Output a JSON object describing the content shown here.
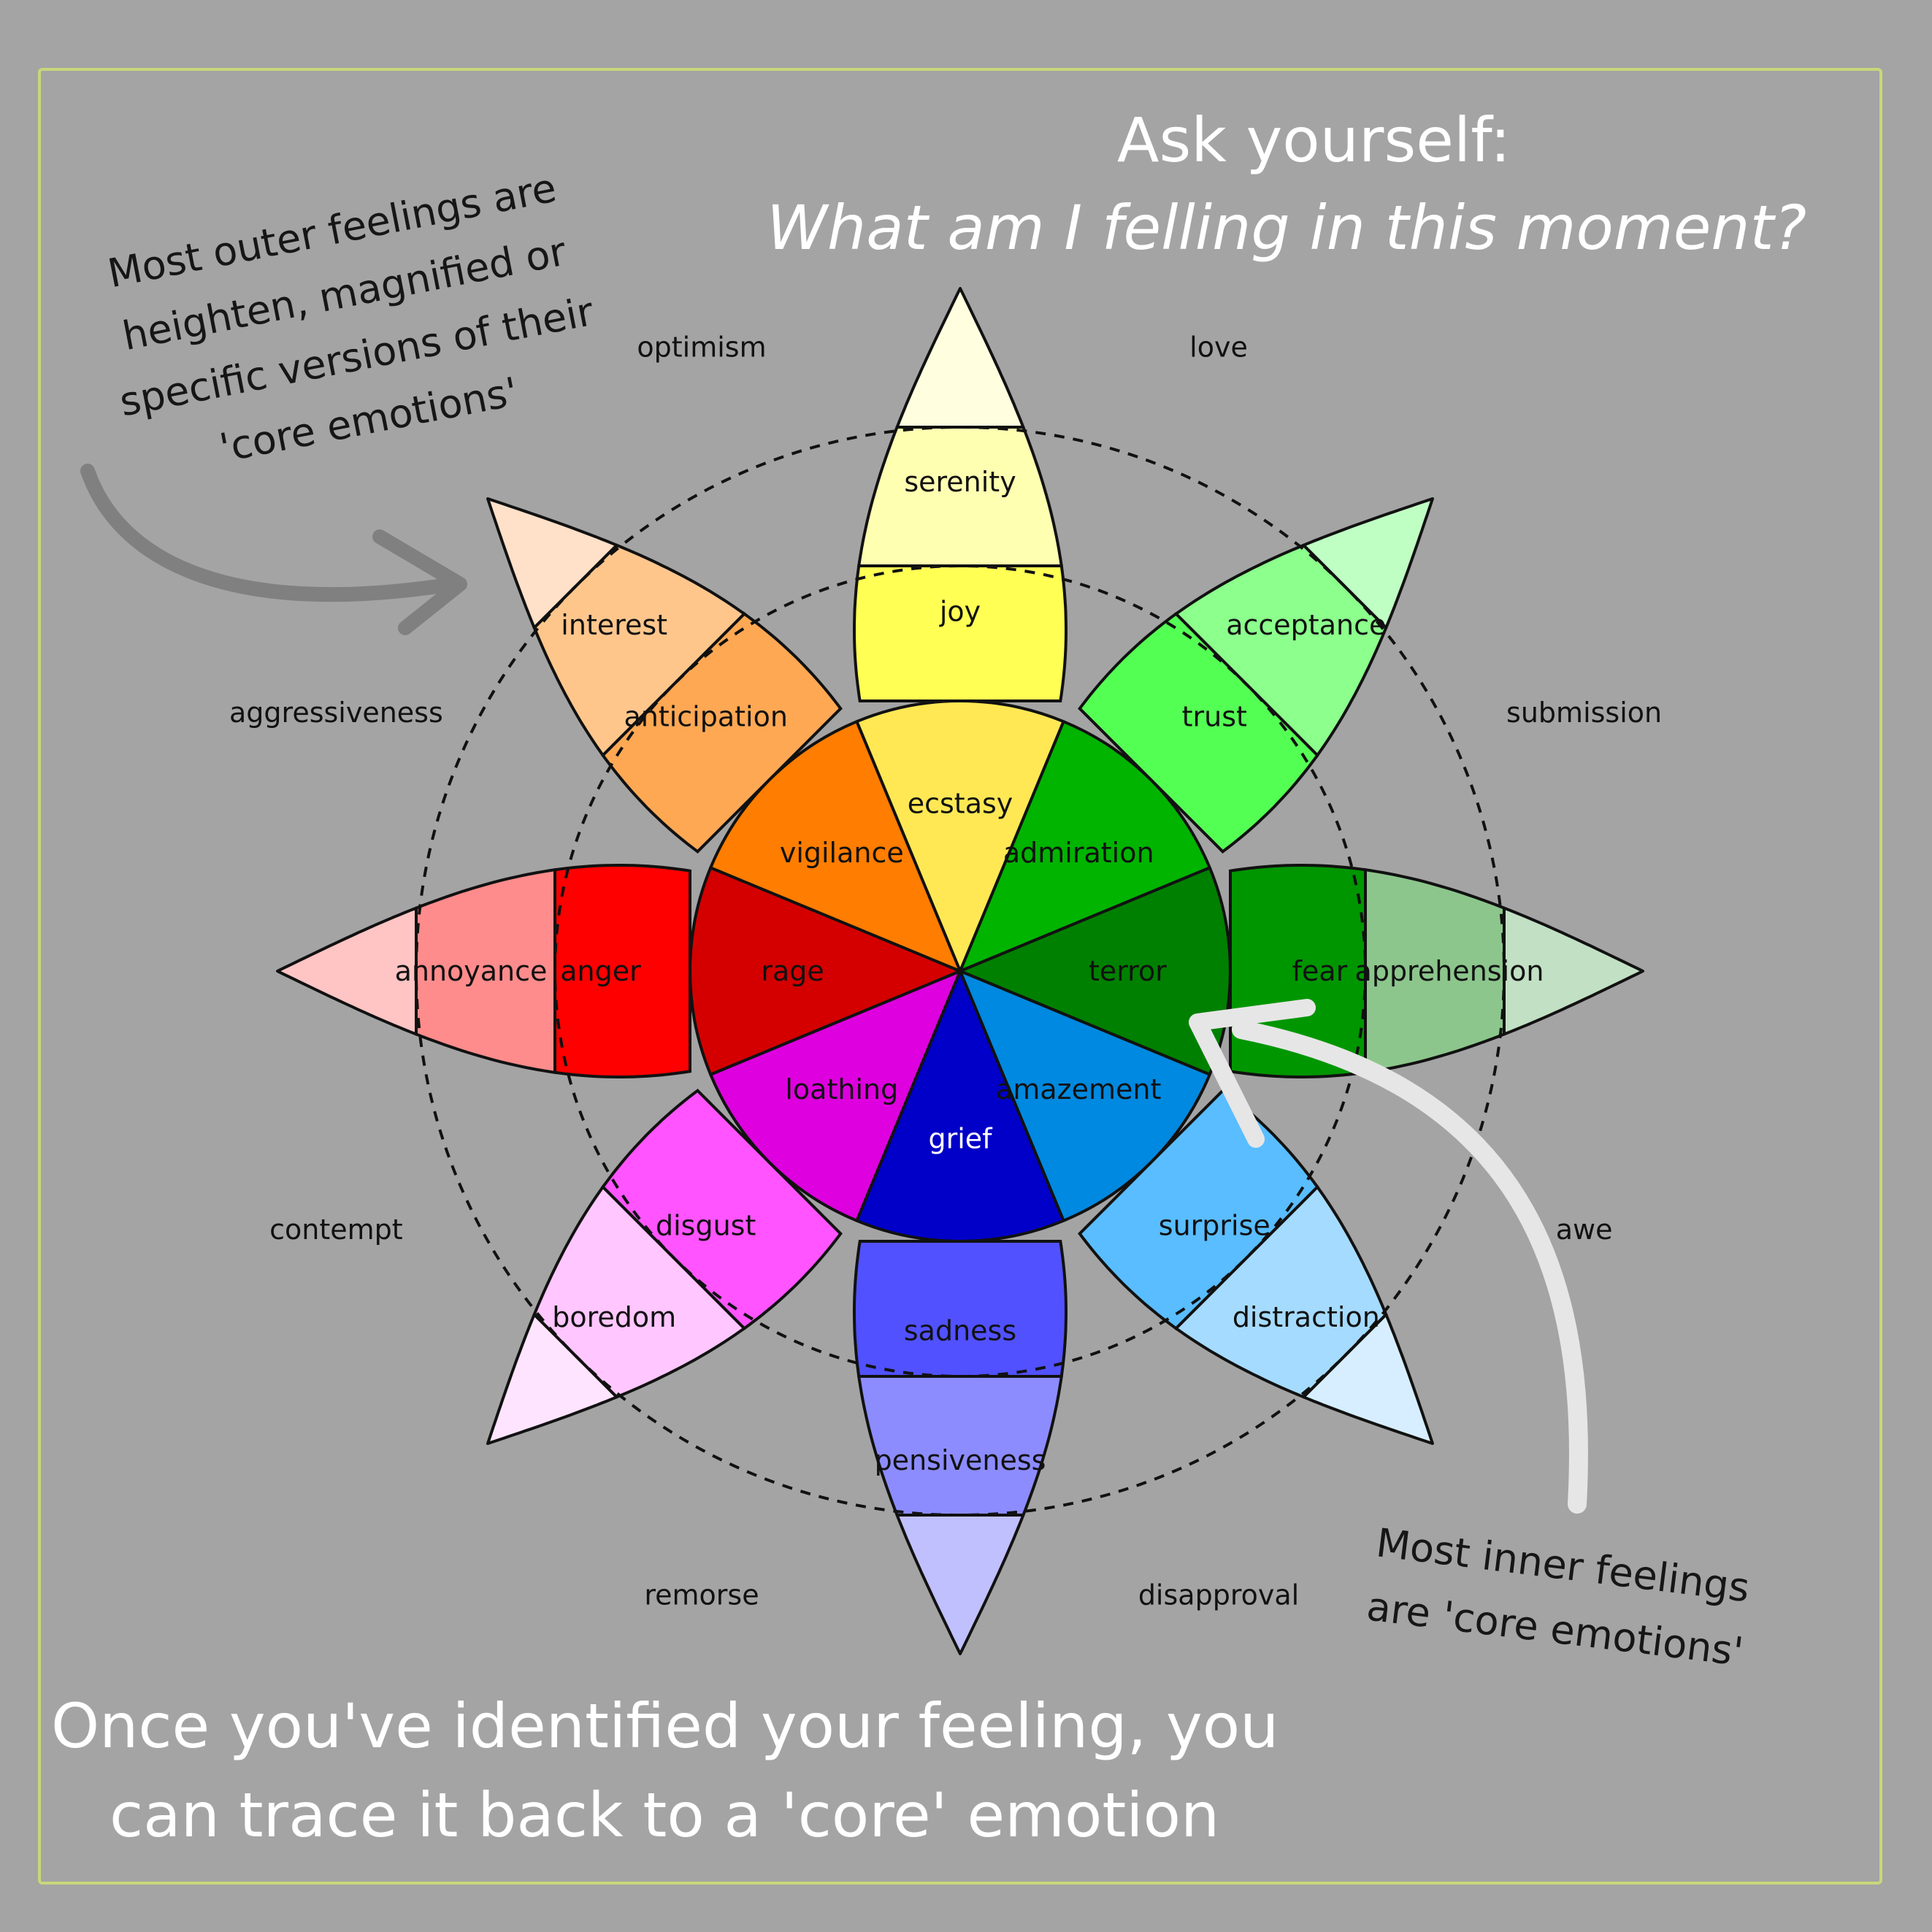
{
  "heading": {
    "line1": "Ask yourself:",
    "line2": "What am I felling in this moment?"
  },
  "notes": {
    "outer": [
      "Most outer feelings are",
      "heighten, magnified or",
      "specific versions of  their",
      "'core emotions'"
    ],
    "inner": [
      "Most inner feelings",
      "are 'core emotions'"
    ]
  },
  "footer": {
    "line1": "Once you've identified your feeling, you",
    "line2": "can trace it back to a 'core' emotion"
  },
  "wheel": {
    "petals": [
      {
        "id": "joy",
        "colors": [
          "#ffffe0",
          "#ffffb2",
          "#ffff54",
          "#ffe854"
        ],
        "labels": [
          "",
          "serenity",
          "joy",
          "ecstasy"
        ]
      },
      {
        "id": "trust",
        "colors": [
          "#c0ffc4",
          "#8cff8c",
          "#54ff54",
          "#00b400"
        ],
        "labels": [
          "",
          "acceptance",
          "trust",
          "admiration"
        ]
      },
      {
        "id": "fear",
        "colors": [
          "#c2e0c4",
          "#8cc68c",
          "#009600",
          "#008000"
        ],
        "labels": [
          "",
          "apprehension",
          "fear",
          "terror"
        ]
      },
      {
        "id": "surprise",
        "colors": [
          "#d6eeff",
          "#a5dbff",
          "#59bdff",
          "#0089e0"
        ],
        "labels": [
          "",
          "distraction",
          "surprise",
          "amazement"
        ]
      },
      {
        "id": "sadness",
        "colors": [
          "#c0c0ff",
          "#8c8cff",
          "#5151ff",
          "#0000c8"
        ],
        "labels": [
          "",
          "pensiveness",
          "sadness",
          "grief"
        ]
      },
      {
        "id": "disgust",
        "colors": [
          "#ffe4ff",
          "#ffc6ff",
          "#ff54ff",
          "#de00de"
        ],
        "labels": [
          "",
          "boredom",
          "disgust",
          "loathing"
        ]
      },
      {
        "id": "anger",
        "colors": [
          "#ffc4c4",
          "#ff8c8c",
          "#ff0000",
          "#d40000"
        ],
        "labels": [
          "",
          "annoyance",
          "anger",
          "rage"
        ]
      },
      {
        "id": "anticipation",
        "colors": [
          "#ffe0c8",
          "#ffc68c",
          "#ffa854",
          "#ff7d00"
        ],
        "labels": [
          "",
          "interest",
          "anticipation",
          "vigilance"
        ]
      }
    ],
    "dyads": [
      {
        "label": "love"
      },
      {
        "label": "submission"
      },
      {
        "label": "awe"
      },
      {
        "label": "disapproval"
      },
      {
        "label": "remorse"
      },
      {
        "label": "contempt"
      },
      {
        "label": "aggressiveness"
      },
      {
        "label": "optimism"
      }
    ],
    "label_color": "#111111",
    "grief_label_color": "#ffffff",
    "outline_color": "#111111"
  },
  "arrows": {
    "outer_color": "#808080",
    "inner_color": "#e6e6e6"
  }
}
